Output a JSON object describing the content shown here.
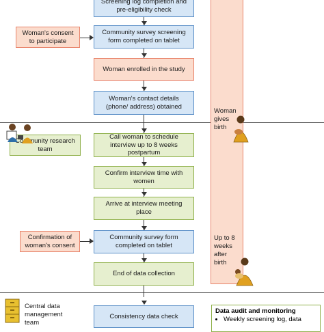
{
  "flow": {
    "screening_log": "Screening log completion and pre-eligibility check",
    "survey_screening": "Community survey screening form completed on tablet",
    "enrolled": "Woman enrolled in the study",
    "contact_details": "Woman's contact details (phone/ address) obtained",
    "call_woman": "Call woman to schedule interview up to 8 weeks postpartum",
    "confirm_time": "Confirm interview time with women",
    "arrive": "Arrive at interview meeting place",
    "survey_form": "Community survey form completed on tablet",
    "end": "End of data collection",
    "consistency": "Consistency data check"
  },
  "side": {
    "consent": "Woman's consent to participate",
    "confirmation": "Confirmation of woman's consent",
    "research_team": "Community research team",
    "central_team": "Central data management team"
  },
  "timeline": {
    "woman_gives_birth": "Woman gives birth",
    "up_to_8_weeks": "Up to 8 weeks after birth"
  },
  "audit": {
    "title": "Data audit and monitoring",
    "item1": "Weekly screening log, data"
  },
  "colors": {
    "blue_fill": "#d6e6f6",
    "orange_fill": "#fbdccd",
    "green_fill": "#e6efcf"
  }
}
